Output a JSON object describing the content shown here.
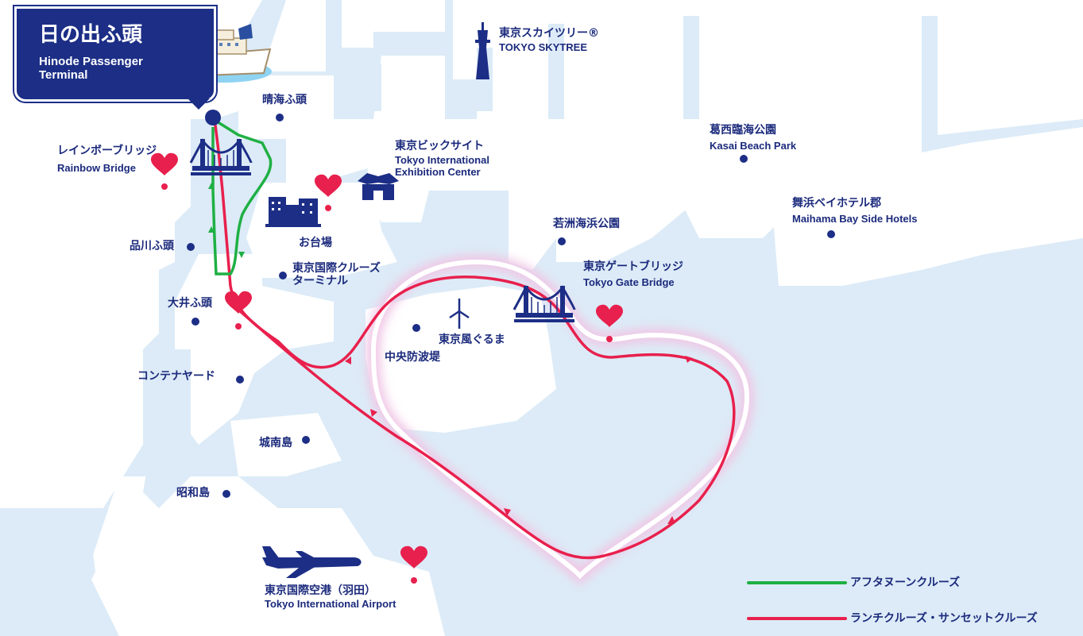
{
  "colors": {
    "sea": "#dcebf7",
    "land": "#ffffff",
    "navy": "#1c2e86",
    "afternoon_route": "#1fb044",
    "lunch_sunset_route": "#e8204d",
    "heart": "#e8204d",
    "heart_glow": "#f0c8e6"
  },
  "terminal": {
    "name_jp": "日の出ふ頭",
    "name_en": "Hinode Passenger\nTerminal",
    "icon": "cruise-ship-icon"
  },
  "places": {
    "skytree": {
      "jp": "東京スカイツリー®",
      "en": "TOKYO SKYTREE",
      "icon": "skytree-icon"
    },
    "harumi": {
      "jp": "晴海ふ頭"
    },
    "rainbow_bridge": {
      "jp": "レインボーブリッジ",
      "en": "Rainbow Bridge",
      "icon": "bridge-icon"
    },
    "big_sight": {
      "jp": "東京ビックサイト",
      "en": "Tokyo International\nExhibition Center",
      "icon": "exhibition-center-icon"
    },
    "kasai": {
      "jp": "葛西臨海公園",
      "en": "Kasai Beach Park"
    },
    "maihama": {
      "jp": "舞浜ベイホテル郡",
      "en": "Maihama Bay Side Hotels"
    },
    "odaiba": {
      "jp": "お台場",
      "icon": "odaiba-buildings-icon"
    },
    "wakasu": {
      "jp": "若洲海浜公園"
    },
    "gate_bridge": {
      "jp": "東京ゲートブリッジ",
      "en": "Tokyo Gate Bridge",
      "icon": "bridge-icon"
    },
    "shinagawa": {
      "jp": "品川ふ頭"
    },
    "cruise_terminal": {
      "jp": "東京国際クルーズ\nターミナル"
    },
    "oi": {
      "jp": "大井ふ頭"
    },
    "wind": {
      "jp": "東京風ぐるま",
      "icon": "wind-turbine-icon"
    },
    "breakwater": {
      "jp": "中央防波堤"
    },
    "container": {
      "jp": "コンテナヤード"
    },
    "jonanjima": {
      "jp": "城南島"
    },
    "showajima": {
      "jp": "昭和島"
    },
    "haneda": {
      "jp": "東京国際空港（羽田）",
      "en": "Tokyo International Airport",
      "icon": "airplane-icon"
    }
  },
  "legend": {
    "afternoon": "アフタヌーンクルーズ",
    "lunch_sunset": "ランチクルーズ・サンセットクルーズ"
  }
}
